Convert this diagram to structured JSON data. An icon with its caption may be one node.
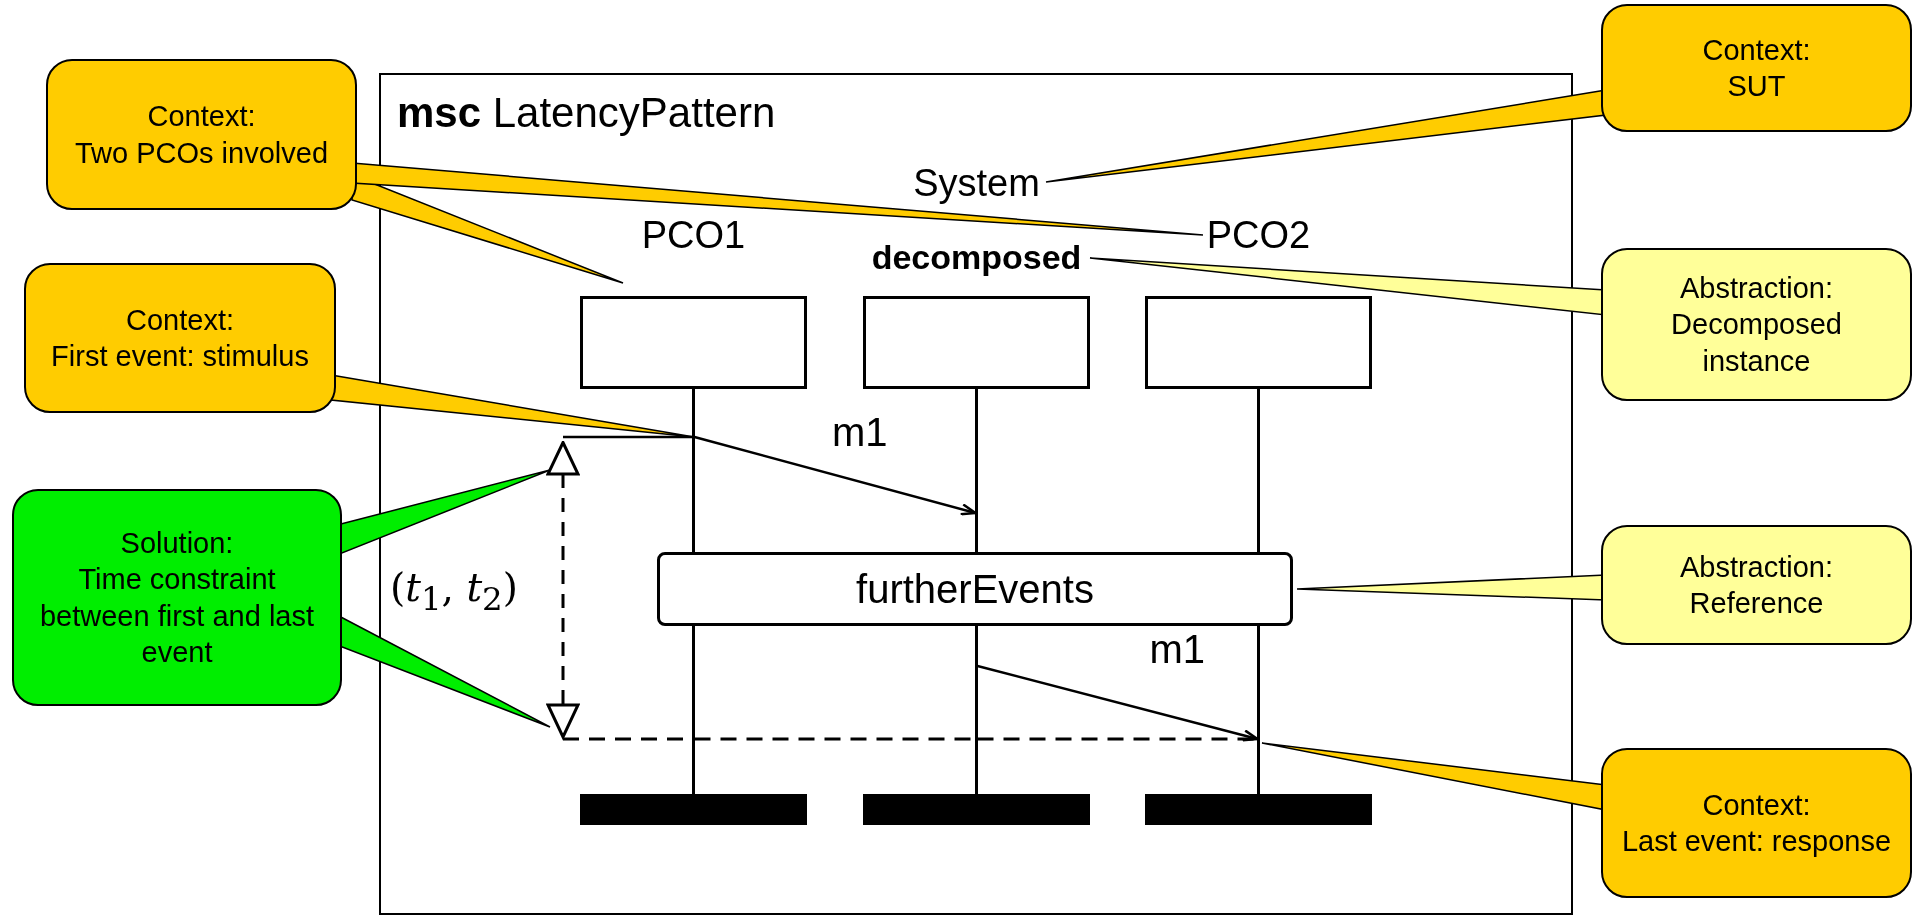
{
  "diagram": {
    "nodes": [
      {
        "text": [
          "**msc** LatencyPattern"
        ]
      },
      {
        "text": [
          "PCO1"
        ],
        "in": 0
      },
      {
        "text": [
          "System",
          "decomposed"
        ],
        "in": 0
      },
      {
        "text": [
          "PCO2"
        ],
        "in": 0
      },
      {
        "text": [
          "furtherEvents"
        ],
        "in": 0
      },
      {
        "text": [
          "(*t*$_{1}$, *t*$_{2}$)"
        ],
        "in": 0
      },
      {
        "text": [
          "Context:",
          "Two PCOs involved"
        ]
      },
      {
        "text": [
          "Context:",
          "SUT"
        ]
      },
      {
        "text": [
          "Context:",
          "First event: stimulus"
        ]
      },
      {
        "text": [
          "Abstraction:",
          "Decomposed instance"
        ]
      },
      {
        "text": [
          "Solution:",
          "Time constraint between first and last event"
        ]
      },
      {
        "text": [
          "Abstraction:",
          "Reference"
        ]
      },
      {
        "text": [
          "Context:",
          "Last event: response"
        ]
      }
    ],
    "edges": [
      {
        "from": 1,
        "to": 2,
        "arrow": "to",
        "label": "m1"
      },
      {
        "from": 2,
        "to": 3,
        "arrow": "to",
        "label": "m1"
      },
      {
        "from": 6,
        "to": 1,
        "arrow": "to"
      },
      {
        "from": 6,
        "to": 3,
        "arrow": "to"
      },
      {
        "from": 7,
        "to": 2,
        "arrow": "to"
      },
      {
        "from": 8,
        "to": 1,
        "arrow": "to"
      },
      {
        "from": 9,
        "to": 2,
        "arrow": "to"
      },
      {
        "from": 10,
        "to": 5,
        "arrow": "to"
      },
      {
        "from": 10,
        "to": 5,
        "arrow": "to"
      },
      {
        "from": 11,
        "to": 4,
        "arrow": "to"
      },
      {
        "from": 12,
        "to": 3,
        "arrow": "to"
      },
      {
        "from": 5,
        "to": 1,
        "arrow": "none"
      },
      {
        "from": 5,
        "to": 1,
        "arrow": "none",
        "style": "dashed"
      },
      {
        "from": 1,
        "to": 2,
        "arrow": "none",
        "style": "dashed"
      },
      {
        "from": 2,
        "to": 3,
        "arrow": "none",
        "style": "dashed"
      }
    ]
  }
}
